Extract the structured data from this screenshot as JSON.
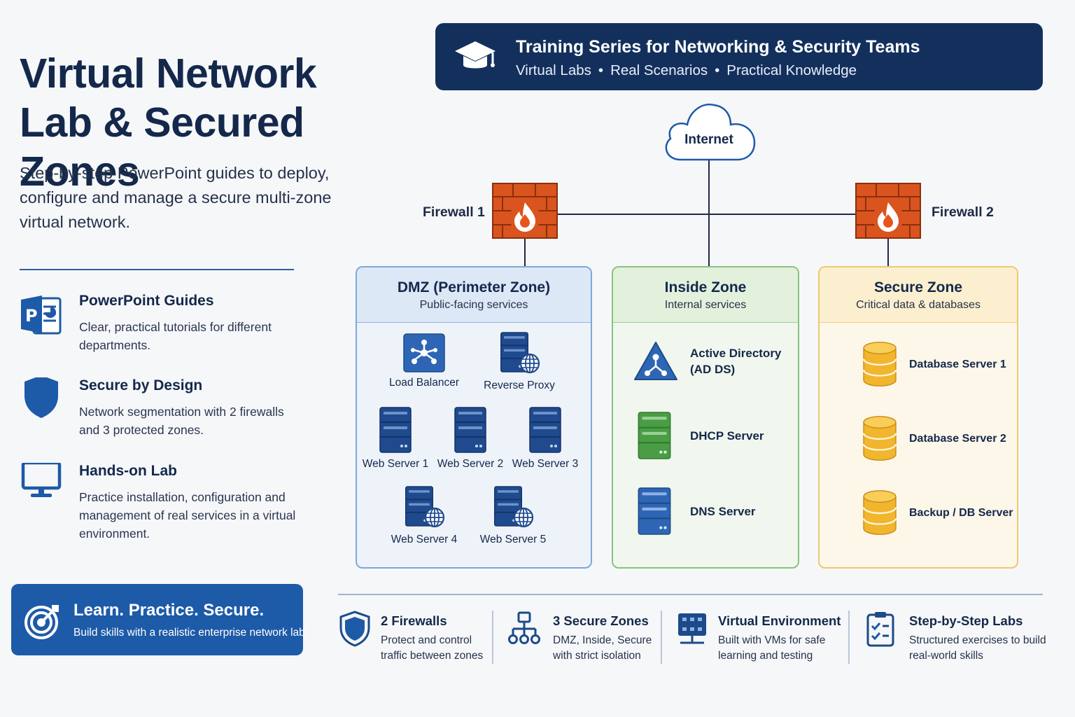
{
  "hero": {
    "title_line1": "Virtual Network",
    "title_line2": "Lab & Secured Zones",
    "subtitle": "Step-by-step PowerPoint guides to deploy, configure and manage a secure multi-zone virtual network."
  },
  "features": [
    {
      "icon": "powerpoint-icon",
      "title": "PowerPoint Guides",
      "desc": "Clear, practical tutorials for different departments."
    },
    {
      "icon": "shield-icon",
      "title": "Secure by Design",
      "desc": "Network segmentation with 2 firewalls and 3 protected zones."
    },
    {
      "icon": "monitor-icon",
      "title": "Hands-on Lab",
      "desc": "Practice installation, configuration and management of real services in a virtual environment."
    }
  ],
  "cta": {
    "icon": "target-icon",
    "title": "Learn. Practice. Secure.",
    "desc": "Build skills with a realistic enterprise network lab."
  },
  "banner": {
    "icon": "graduation-cap-icon",
    "title": "Training Series for Networking & Security Teams",
    "tags": [
      "Virtual Labs",
      "Real Scenarios",
      "Practical Knowledge"
    ],
    "separator": "•"
  },
  "diagram": {
    "internet": "Internet",
    "firewall1": "Firewall 1",
    "firewall2": "Firewall 2",
    "zones": {
      "dmz": {
        "name": "DMZ (Perimeter Zone)",
        "subtitle": "Public-facing services",
        "devices": [
          "Load Balancer",
          "Reverse Proxy",
          "Web Server 1",
          "Web Server 2",
          "Web Server 3",
          "Web Server 4",
          "Web Server 5"
        ]
      },
      "inside": {
        "name": "Inside Zone",
        "subtitle": "Internal services",
        "devices": [
          "Active Directory (AD DS)",
          "DHCP Server",
          "DNS Server"
        ]
      },
      "secure": {
        "name": "Secure Zone",
        "subtitle": "Critical data & databases",
        "devices": [
          "Database Server 1",
          "Database Server 2",
          "Backup / DB Server"
        ]
      }
    }
  },
  "stats": [
    {
      "icon": "shield-icon",
      "title": "2 Firewalls",
      "desc": "Protect and control traffic between zones"
    },
    {
      "icon": "hierarchy-icon",
      "title": "3 Secure Zones",
      "desc": "DMZ, Inside, Secure with strict isolation"
    },
    {
      "icon": "server-rack-icon",
      "title": "Virtual Environment",
      "desc": "Built with VMs for safe learning and testing"
    },
    {
      "icon": "checklist-icon",
      "title": "Step-by-Step Labs",
      "desc": "Structured exercises to build real-world skills"
    }
  ],
  "colors": {
    "navy": "#13305d",
    "blue": "#1d5aa8",
    "firewall": "#d9541e",
    "dmz": "#7ea7d8",
    "inside": "#86c47d",
    "secure": "#eec870",
    "database": "#f1b52e"
  }
}
